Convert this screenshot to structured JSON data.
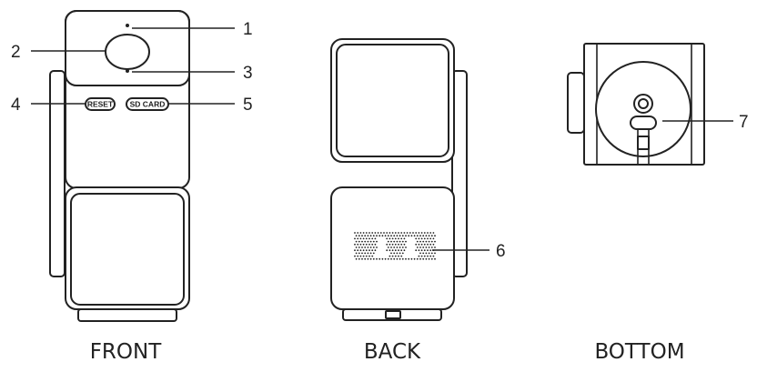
{
  "views": {
    "front": "FRONT",
    "back": "BACK",
    "bottom": "BOTTOM"
  },
  "labels": {
    "reset": "RESET",
    "sd_card": "SD CARD"
  },
  "callouts": [
    "1",
    "2",
    "3",
    "4",
    "5",
    "6",
    "7"
  ],
  "colors": {
    "line": "#222222",
    "background": "#ffffff"
  }
}
